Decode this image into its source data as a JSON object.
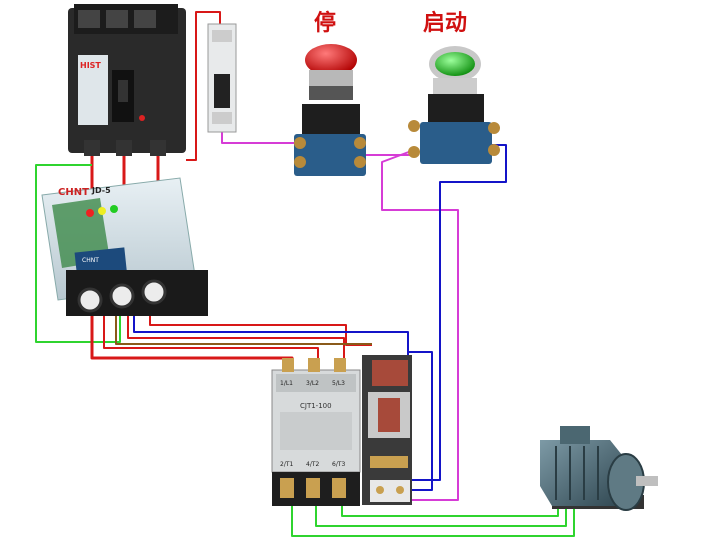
{
  "labels": {
    "stop": "停",
    "start": "启动"
  },
  "breaker": {
    "brand": "HIST"
  },
  "protector": {
    "brand": "CHNT",
    "model": "JD-5",
    "sub_brand": "CHNT"
  },
  "contactor": {
    "model": "CJT1-100",
    "terminal_top": [
      "1/L1",
      "3/L2",
      "5/L3"
    ],
    "terminal_bottom": [
      "2/T1",
      "4/T2",
      "6/T3"
    ]
  },
  "colors": {
    "red_wire": "#d81818",
    "green_wire": "#2fd42f",
    "blue_wire": "#1414c8",
    "magenta_wire": "#d63cd6",
    "brown_wire": "#8a5a1a",
    "label": "#d01010"
  }
}
